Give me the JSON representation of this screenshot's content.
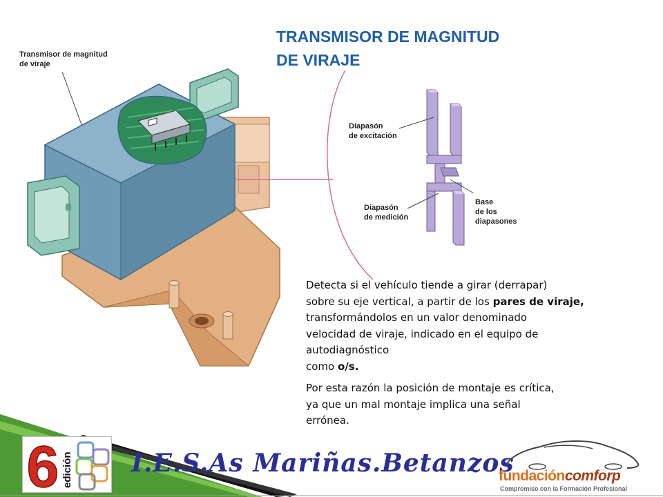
{
  "slide": {
    "title_line1": "TRANSMISOR DE MAGNITUD",
    "title_line2": "DE VIRAJE"
  },
  "figure_left": {
    "label_line1": "Transmisor de magnitud",
    "label_line2": "de viraje"
  },
  "figure_right": {
    "excitation_line1": "Diapasón",
    "excitation_line2": "de excitación",
    "measurement_line1": "Diapasón",
    "measurement_line2": "de medición",
    "base_line1": "Base",
    "base_line2": "de los",
    "base_line3": "diapasones"
  },
  "body": {
    "p1_line1": "Detecta si el vehículo tiende a girar (derrapar)",
    "p1_line2_a": "sobre su eje vertical, a partir de los ",
    "p1_line2_b": "pares de viraje,",
    "p1_line3": "transformándolos en un valor denominado",
    "p1_line4": "velocidad de viraje, indicado en el equipo de",
    "p1_line5": "autodiagnóstico",
    "p1_line6_a": "como ",
    "p1_line6_b": "o/s.",
    "p2_line1": "Por esta razón la posición de montaje es crítica,",
    "p2_line2": "ya que un mal montaje implica una señal",
    "p2_line3": "errónea."
  },
  "footer": {
    "edition_number": "6",
    "edition_word": "edición",
    "school_name": "I.E.S.As Mariñas.Betanzos",
    "logo_part1": "fundación",
    "logo_part2": "comforp",
    "logo_tagline": "Compromiso con la Formación Profesional"
  },
  "colors": {
    "title": "#1f5fa8",
    "sensor_housing": "#6f9bb6",
    "bracket": "#e2b083",
    "tuning_fork": "#b9a8d8",
    "footer_green": "#4f9a32",
    "brand_text": "#2a2f95"
  }
}
